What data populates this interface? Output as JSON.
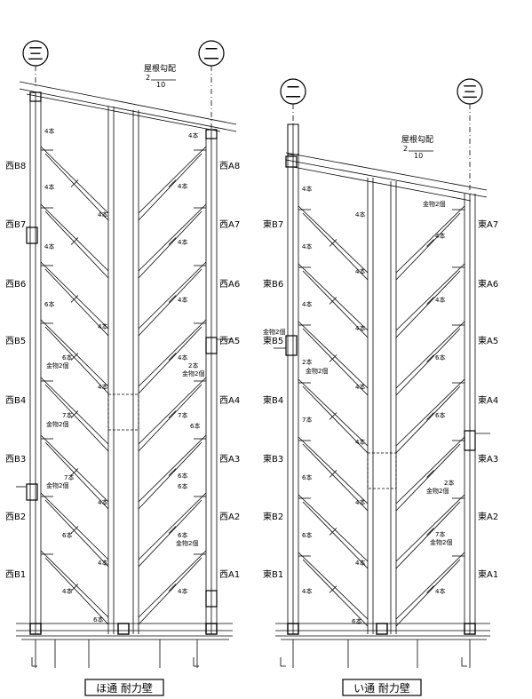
{
  "left_wall": {
    "title": "ほ通 耐力壁",
    "axis_left": "三",
    "axis_right": "二",
    "roof_label": "屋根勾配",
    "roof_ratio_top": "2",
    "roof_ratio_bottom": "10",
    "side_left_labels": [
      "西B8",
      "西B7",
      "西B6",
      "西B5",
      "西B4",
      "西B3",
      "西B2",
      "西B1"
    ],
    "side_right_labels": [
      "西A8",
      "西A7",
      "西A6",
      "西A5",
      "西A4",
      "西A3",
      "西A2",
      "西A1"
    ],
    "notes": [
      "4本",
      "6本",
      "7本",
      "2本",
      "金物2個"
    ]
  },
  "right_wall": {
    "title": "い通 耐力壁",
    "axis_left": "二",
    "axis_right": "三",
    "roof_label": "屋根勾配",
    "roof_ratio_top": "2",
    "roof_ratio_bottom": "10",
    "side_left_labels": [
      "東B7",
      "東B6",
      "東B5",
      "東B4",
      "東B3",
      "東B2",
      "東B1"
    ],
    "side_right_labels": [
      "東A7",
      "東A6",
      "東A5",
      "東A4",
      "東A3",
      "東A2",
      "東A1"
    ],
    "notes": [
      "4本",
      "6本",
      "7本",
      "2本",
      "金物2個"
    ]
  }
}
